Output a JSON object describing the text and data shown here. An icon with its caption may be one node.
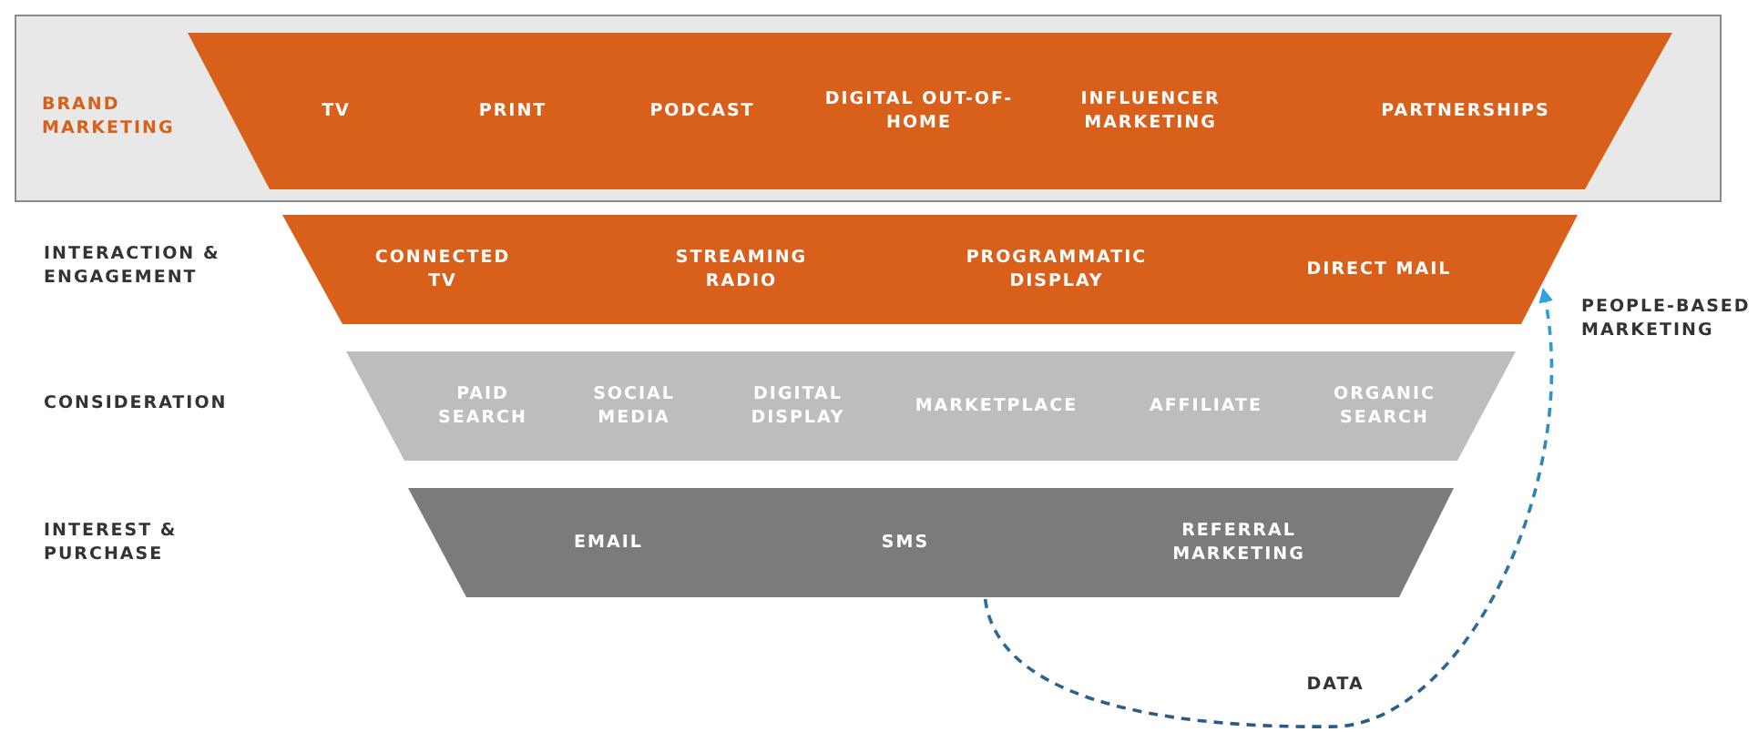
{
  "diagram": {
    "nodes": [
      {
        "text": [
          "BRAND MARKETING"
        ]
      },
      {
        "text": [
          "TV",
          "PRINT",
          "PODCAST",
          "DIGITAL OUT-OF-HOME",
          "INFLUENCER MARKETING",
          "PARTNERSHIPS"
        ],
        "in": 0
      },
      {
        "text": [
          "CONNECTED TV",
          "STREAMING RADIO",
          "PROGRAMMATIC DISPLAY",
          "DIRECT MAIL"
        ]
      },
      {
        "text": [
          "PAID SEARCH",
          "SOCIAL MEDIA",
          "DIGITAL DISPLAY",
          "MARKETPLACE",
          "AFFILIATE",
          "ORGANIC SEARCH"
        ]
      },
      {
        "text": [
          "EMAIL",
          "SMS",
          "REFERRAL MARKETING"
        ]
      }
    ],
    "edges": [
      {
        "from": 4,
        "to": 2,
        "arrow": "to",
        "label": "DATA",
        "style": "dashed"
      }
    ],
    "labels": [
      "INTERACTION & ENGAGEMENT",
      "CONSIDERATION",
      "INTEREST & PURCHASE",
      "PEOPLE-BASED MARKETING"
    ]
  }
}
